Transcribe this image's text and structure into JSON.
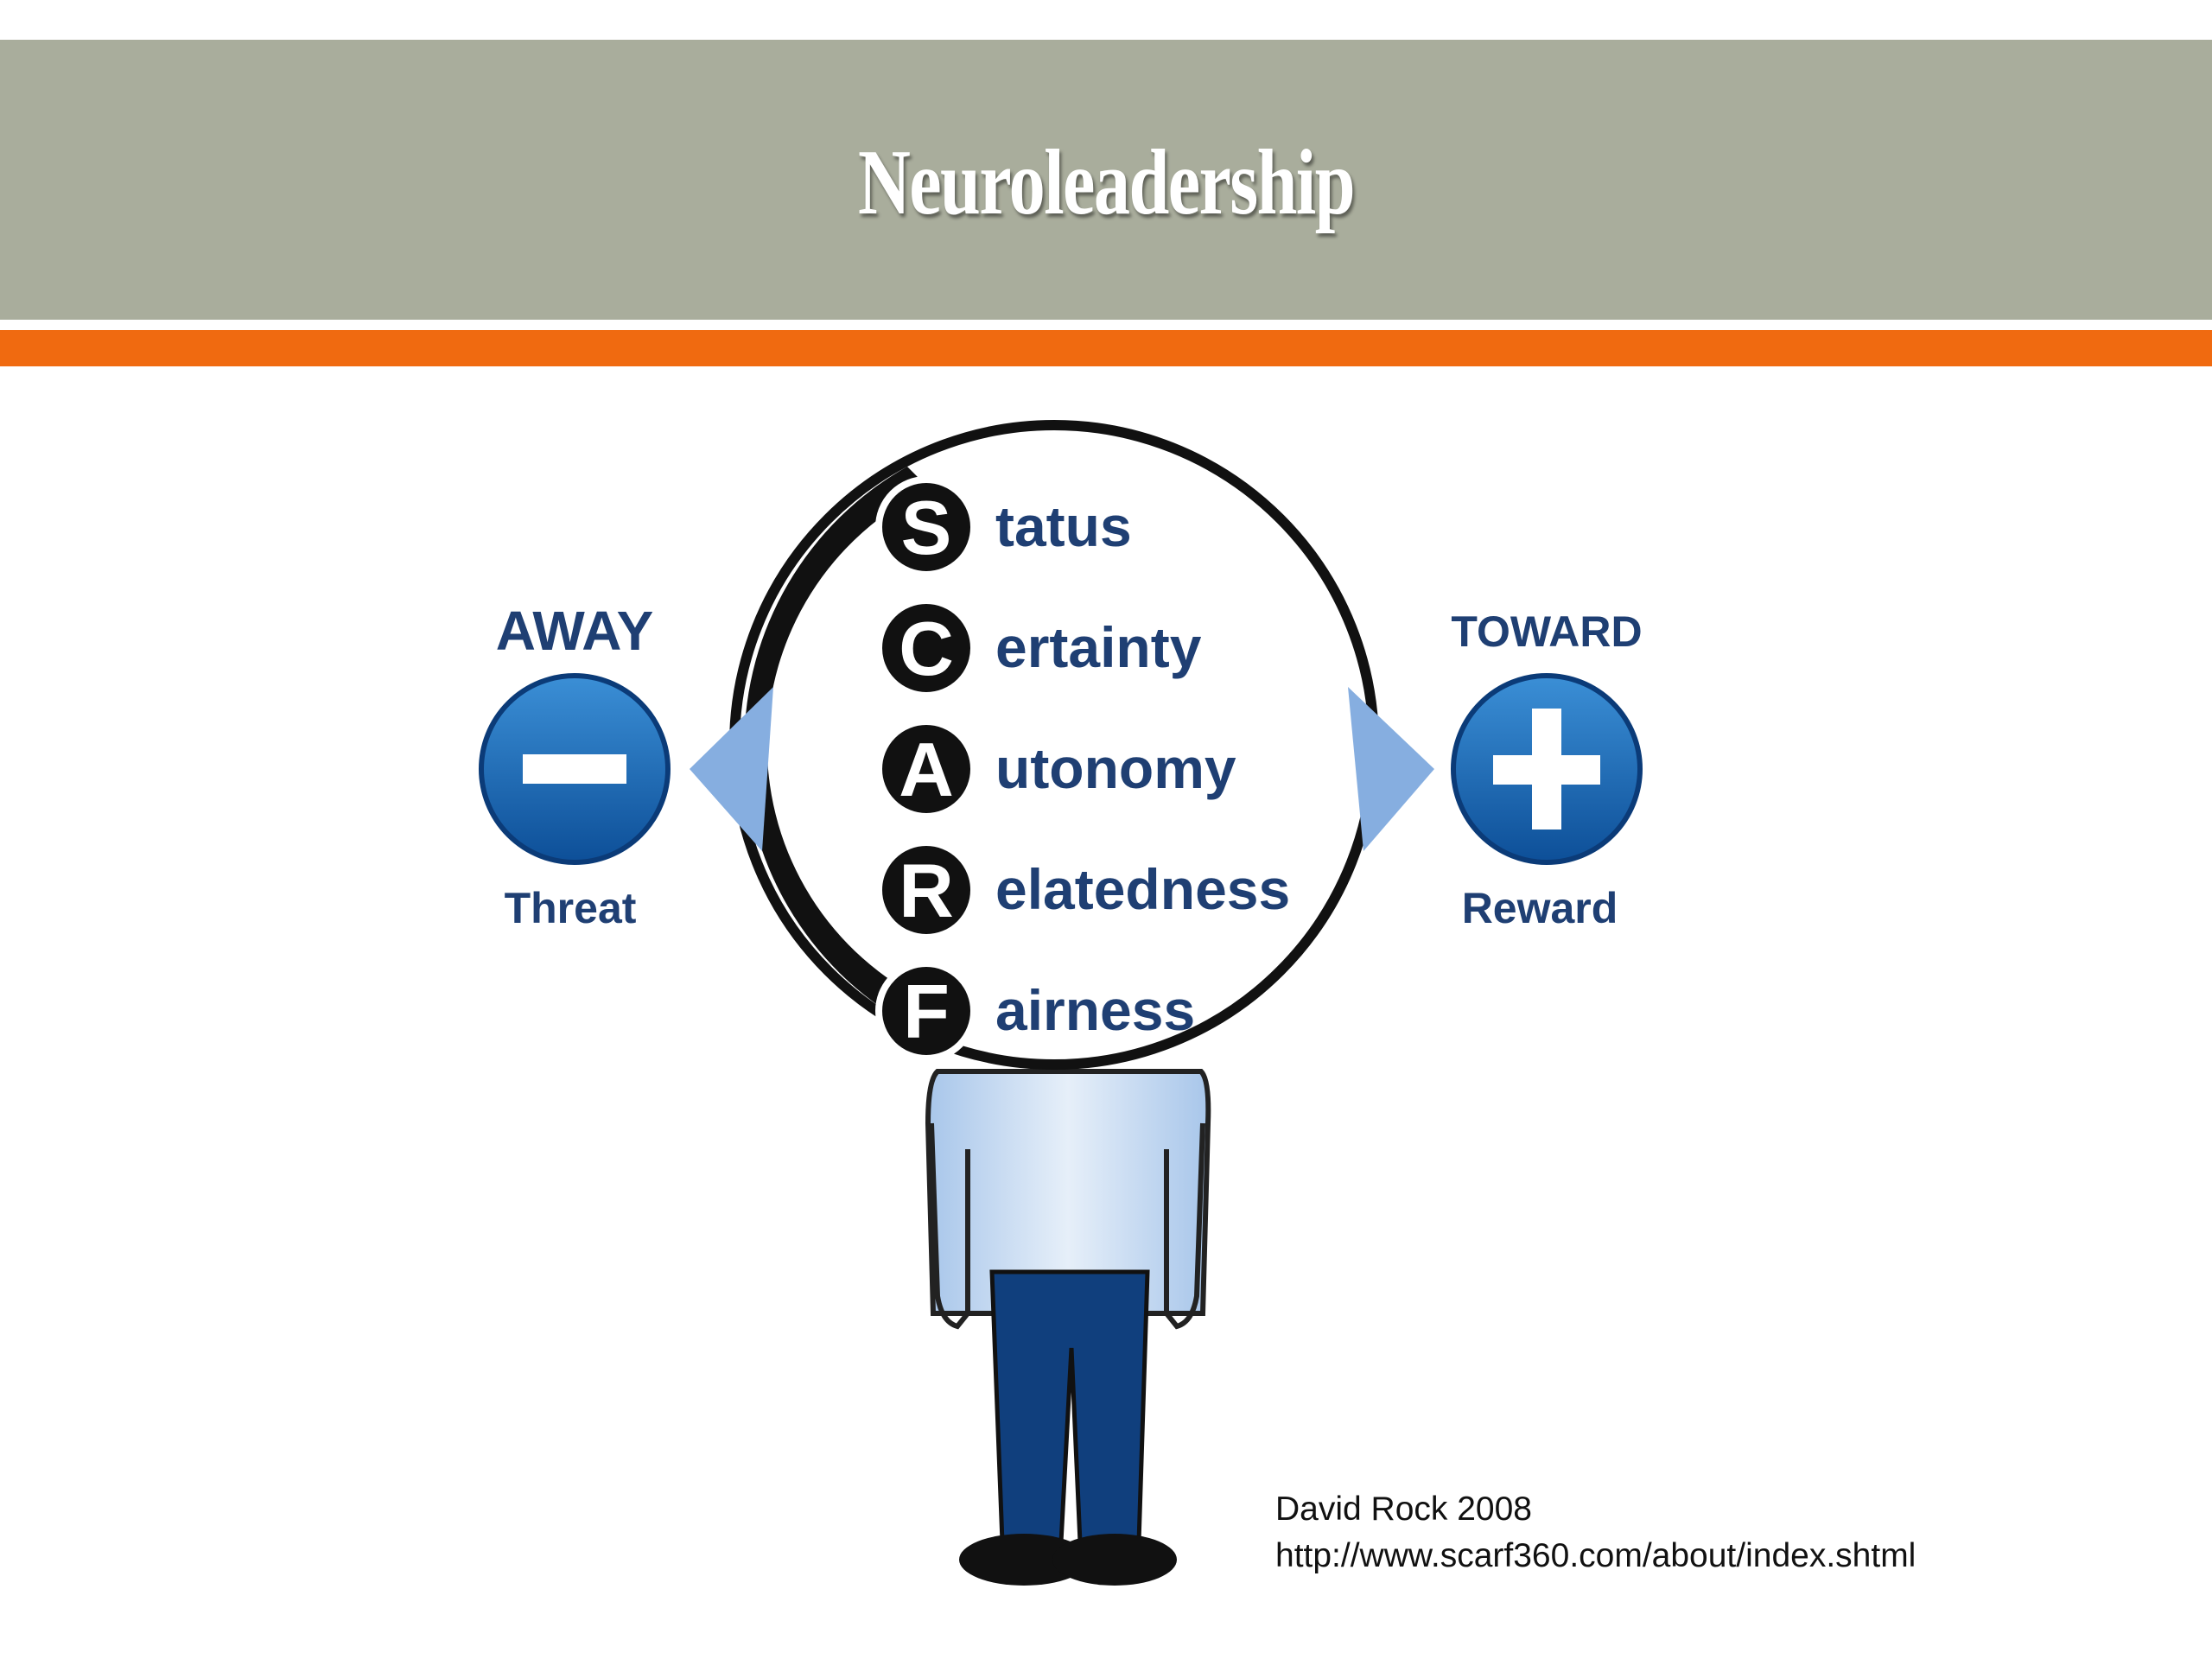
{
  "slide": {
    "title": "Neuroleadership"
  },
  "diagram": {
    "away_label": "AWAY",
    "away_sub": "Threat",
    "toward_label": "TOWARD",
    "toward_sub": "Reward",
    "items": [
      {
        "letter": "S",
        "rest": "tatus"
      },
      {
        "letter": "C",
        "rest": "ertainty"
      },
      {
        "letter": "A",
        "rest": "utonomy"
      },
      {
        "letter": "R",
        "rest": "elatedness"
      },
      {
        "letter": "F",
        "rest": "airness"
      }
    ],
    "colors": {
      "text_blue": "#1f3f73",
      "circle_blue": "#1669b5",
      "arrow_blue": "#86aee0",
      "pants_blue": "#103f7d",
      "shirt_blue": "#c9dcf2"
    }
  },
  "credit": {
    "line1": "David Rock 2008",
    "line2": "http://www.scarf360.com/about/index.shtml"
  }
}
